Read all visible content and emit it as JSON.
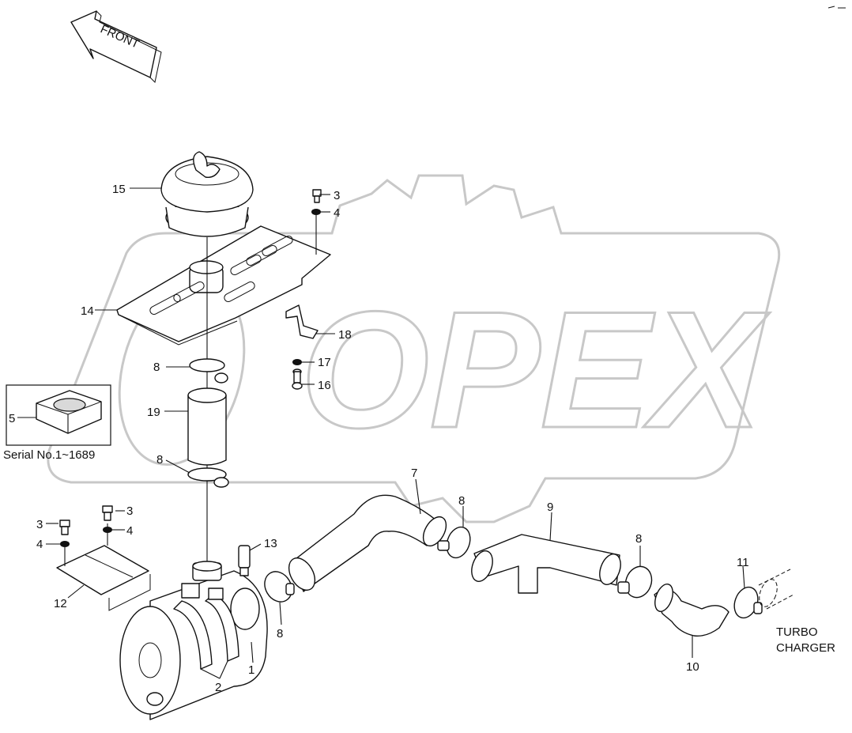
{
  "diagram": {
    "direction_label": "FRONT",
    "inset_caption": "Serial No.1~1689",
    "target_label": "TURBO\nCHARGER",
    "target_label_lines": [
      "TURBO",
      "CHARGER"
    ],
    "watermark": "OPEX",
    "callouts": [
      {
        "id": "c1",
        "text": "1"
      },
      {
        "id": "c2",
        "text": "2"
      },
      {
        "id": "c3a",
        "text": "3"
      },
      {
        "id": "c3b",
        "text": "3"
      },
      {
        "id": "c3c",
        "text": "3"
      },
      {
        "id": "c4a",
        "text": "4"
      },
      {
        "id": "c4b",
        "text": "4"
      },
      {
        "id": "c4c",
        "text": "4"
      },
      {
        "id": "c5",
        "text": "5"
      },
      {
        "id": "c7",
        "text": "7"
      },
      {
        "id": "c8a",
        "text": "8"
      },
      {
        "id": "c8b",
        "text": "8"
      },
      {
        "id": "c8c",
        "text": "8"
      },
      {
        "id": "c8d",
        "text": "8"
      },
      {
        "id": "c8e",
        "text": "8"
      },
      {
        "id": "c9",
        "text": "9"
      },
      {
        "id": "c10",
        "text": "10"
      },
      {
        "id": "c11",
        "text": "11"
      },
      {
        "id": "c12",
        "text": "12"
      },
      {
        "id": "c13",
        "text": "13"
      },
      {
        "id": "c14",
        "text": "14"
      },
      {
        "id": "c15",
        "text": "15"
      },
      {
        "id": "c16",
        "text": "16"
      },
      {
        "id": "c17",
        "text": "17"
      },
      {
        "id": "c18",
        "text": "18"
      },
      {
        "id": "c19",
        "text": "19"
      }
    ]
  }
}
